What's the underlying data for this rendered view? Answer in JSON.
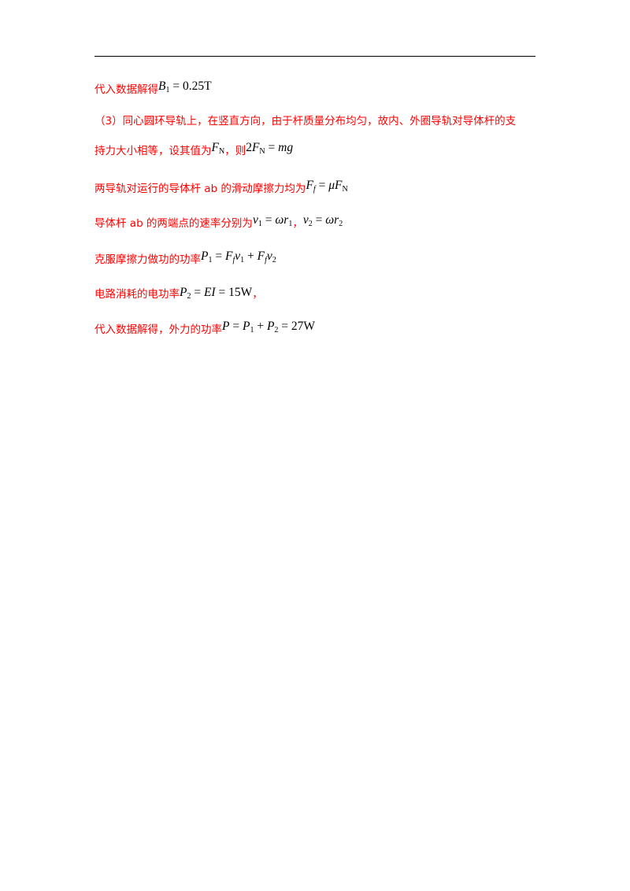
{
  "lines": [
    {
      "text": "代入数据解得"
    },
    {
      "text": "（3）同心圆环导轨上，在竖直方向，由于杆质量分布均匀，故内、外圈导轨对导体杆的支"
    },
    {
      "text": "持力大小相等，设其值为",
      "text2": "，则"
    },
    {
      "text": "两导轨对运行的导体杆 ab 的滑动摩擦力均为"
    },
    {
      "text": "导体杆 ab 的两端点的速率分别为",
      "text2": "，"
    },
    {
      "text": "克服摩擦力做功的功率"
    },
    {
      "text": "电路消耗的电功率",
      "text2": "，"
    },
    {
      "text": "代入数据解得，外力的功率"
    }
  ],
  "values": {
    "b1_value": "0.25T",
    "p2_value": "15W",
    "p_value": "27W",
    "coef_two": "2"
  }
}
